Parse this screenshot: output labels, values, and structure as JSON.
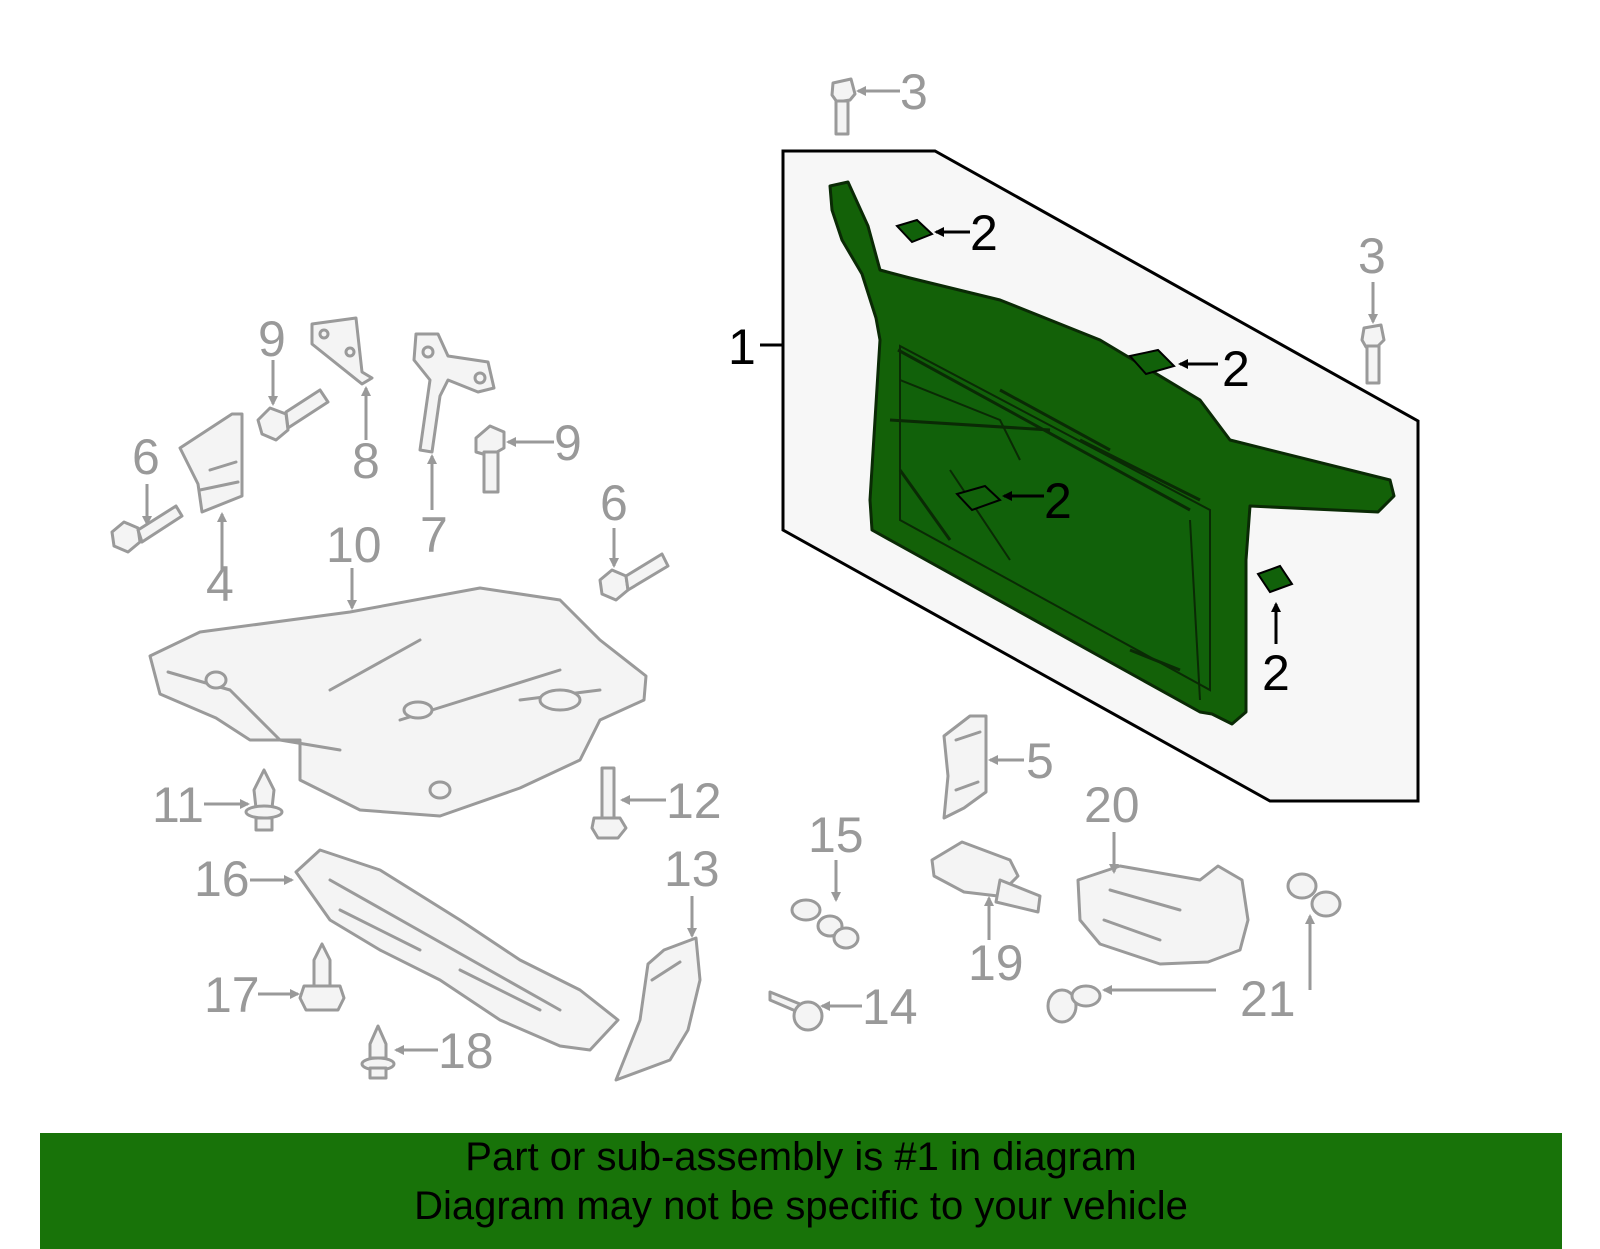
{
  "callouts": {
    "c1": "1",
    "c2a": "2",
    "c2b": "2",
    "c2c": "2",
    "c2d": "2",
    "c3a": "3",
    "c3b": "3",
    "c4": "4",
    "c5": "5",
    "c6a": "6",
    "c6b": "6",
    "c7": "7",
    "c8": "8",
    "c9a": "9",
    "c9b": "9",
    "c10": "10",
    "c11": "11",
    "c12": "12",
    "c13": "13",
    "c14": "14",
    "c15": "15",
    "c16": "16",
    "c17": "17",
    "c18": "18",
    "c19": "19",
    "c20": "20",
    "c21": "21"
  },
  "footer": {
    "line1": "Part or sub-assembly is #1 in diagram",
    "line2": "Diagram may not be specific to your vehicle"
  },
  "colors": {
    "highlight": "#187309",
    "part_outline": "#9a9a9a",
    "callout_gray": "#999999",
    "callout_black": "#000000"
  }
}
